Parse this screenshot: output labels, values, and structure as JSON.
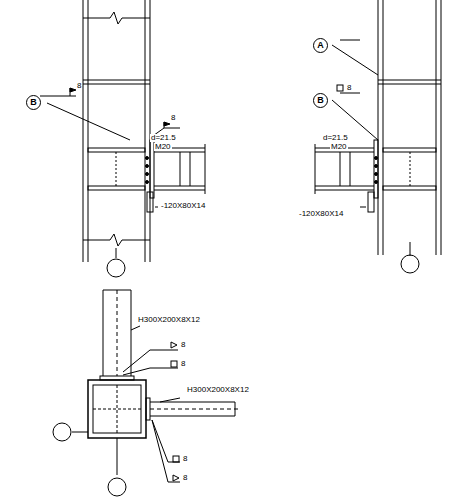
{
  "diagram": {
    "nodes": [
      {
        "text": [
          "B"
        ]
      },
      {
        "text": [
          "A"
        ]
      },
      {
        "text": [
          "B"
        ]
      }
    ],
    "labels": [
      "8",
      "8",
      "d=21.5",
      "M20",
      "-120X80X14",
      "8",
      "d=21.5",
      "M20",
      "-120X80X14",
      "H300X200X8X12",
      "8",
      "8",
      "H300X200X8X12",
      "8",
      "8"
    ]
  }
}
